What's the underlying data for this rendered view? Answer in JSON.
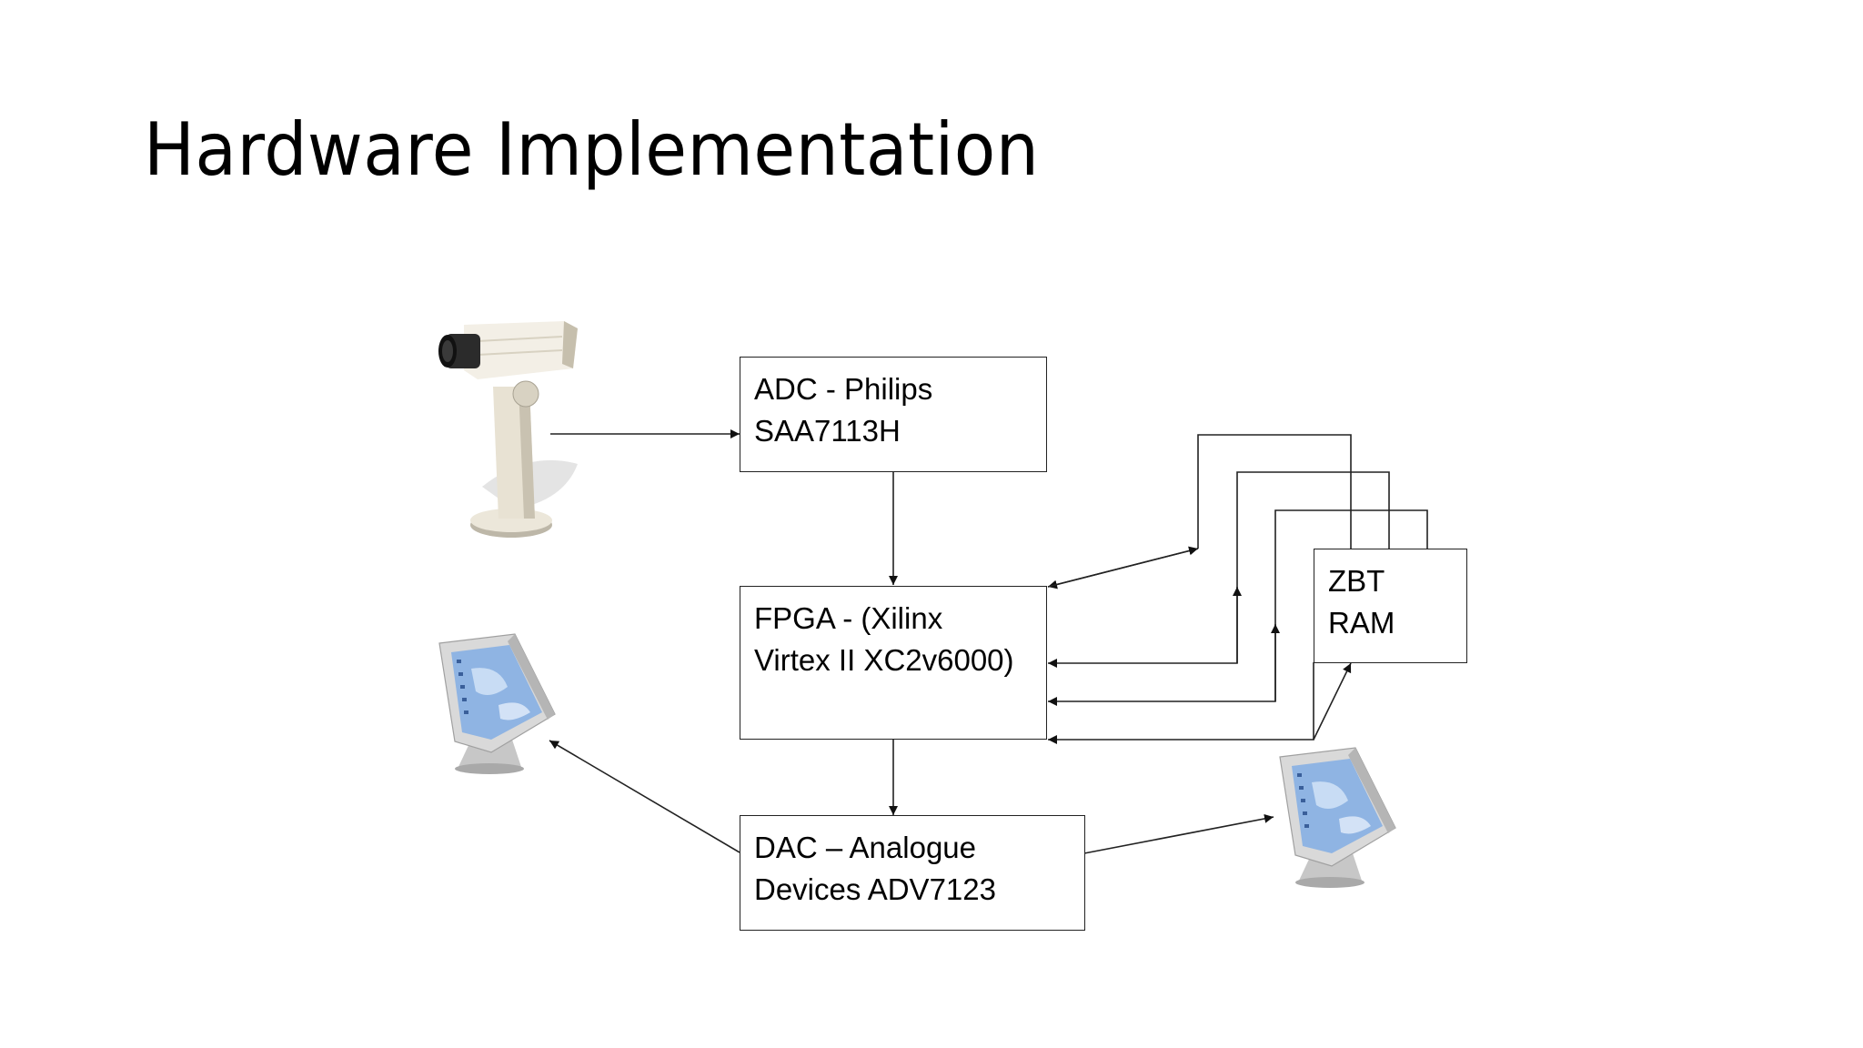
{
  "slide": {
    "title": "Hardware Implementation"
  },
  "blocks": {
    "adc": {
      "line1": "ADC - Philips",
      "line2": "SAA7113H"
    },
    "fpga": {
      "line1": "FPGA - (Xilinx",
      "line2": "Virtex II XC2v6000)"
    },
    "dac": {
      "line1": "DAC – Analogue",
      "line2": "Devices ADV7123"
    },
    "ram": {
      "line1": "ZBT",
      "line2": "RAM"
    }
  },
  "icons": [
    "video-camera-icon",
    "monitor-icon-left",
    "monitor-icon-right"
  ]
}
